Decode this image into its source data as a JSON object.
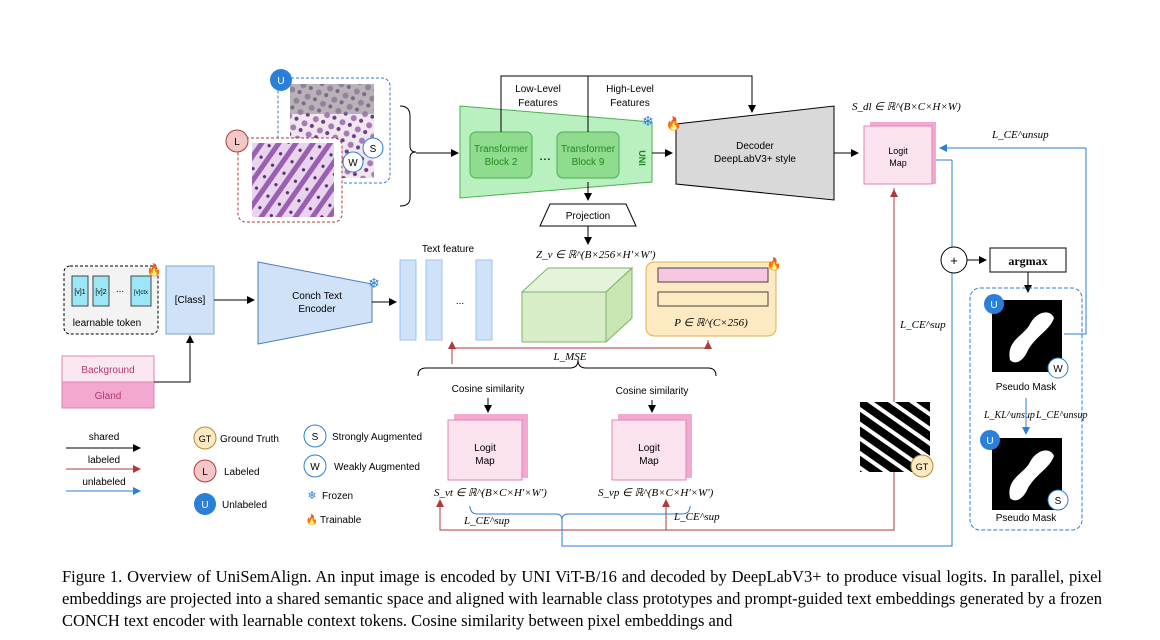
{
  "colors": {
    "labeled": "#b03a3a",
    "unlabeled": "#2a7fd8",
    "frozen_encoder": "#b8f0c0",
    "pink_logit": "#f9d4e6",
    "decoder_gray": "#d9d9d9"
  },
  "top": {
    "low_level": [
      "Low-Level",
      "Features"
    ],
    "high_level": [
      "High-Level",
      "Features"
    ],
    "block_a": [
      "Transformer",
      "Block 2"
    ],
    "block_b": [
      "Transformer",
      "Block 9"
    ],
    "ellipsis": "...",
    "uni": "UNI",
    "projection": "Projection",
    "decoder": [
      "Decoder",
      "DeepLabV3+ style"
    ],
    "s_dl": "S_dl ∈ ℝ^(B×C×H×W)",
    "logit_map": [
      "Logit",
      "Map"
    ],
    "l_unsup_ce": "L_CE^unsup",
    "z_v": "Z_v ∈ ℝ^(B×256×H'×W')",
    "badge_w": "W",
    "badge_s": "S",
    "badge_u": "U",
    "badge_l": "L"
  },
  "middle": {
    "text_feature": "Text feature",
    "tokens": [
      "[v]1",
      "[v]2",
      "...",
      "[v]ctx"
    ],
    "learnable_token": "learnable token",
    "class_token": "[Class]",
    "conch": [
      "Conch Text",
      "Encoder"
    ],
    "p_label": "P ∈ ℝ^(C×256)",
    "l_mse": "L_MSE",
    "background": "Background",
    "gland": "Gland",
    "plus": "+",
    "argmax": "argmax",
    "l_sup_right": "L_CE^sup",
    "pseudo_mask": "Pseudo Mask",
    "l_kl": "L_KL^unsup",
    "l_ce_unsup2": "L_CE^unsup"
  },
  "bottom": {
    "cos_left": "Cosine similarity",
    "cos_right": "Cosine similarity",
    "logit_map": [
      "Logit",
      "Map"
    ],
    "s_vt": "S_vt ∈ ℝ^(B×C×H'×W')",
    "s_vp": "S_vp ∈ ℝ^(B×C×H'×W')",
    "l_sup_a": "L_CE^sup",
    "l_sup_b": "L_CE^sup",
    "gt": "GT"
  },
  "legend": {
    "shared": "shared",
    "labeled": "labeled",
    "unlabeled": "unlabeled",
    "gt": "GT",
    "ground_truth": "Ground Truth",
    "l": "L",
    "labeled_item": "Labeled",
    "u": "U",
    "unlabeled_item": "Unlabeled",
    "s": "S",
    "strong": "Strongly Augmented",
    "w": "W",
    "weak": "Weakly Augmented",
    "frozen": "Frozen",
    "trainable": "Trainable"
  },
  "caption": "Figure 1. Overview of UniSemAlign. An input image is encoded by UNI ViT-B/16 and decoded by DeepLabV3+ to produce visual logits. In parallel, pixel embeddings are projected into a shared semantic space and aligned with learnable class prototypes and prompt-guided text embeddings generated by a frozen CONCH text encoder with learnable context tokens. Cosine similarity between pixel embeddings and"
}
